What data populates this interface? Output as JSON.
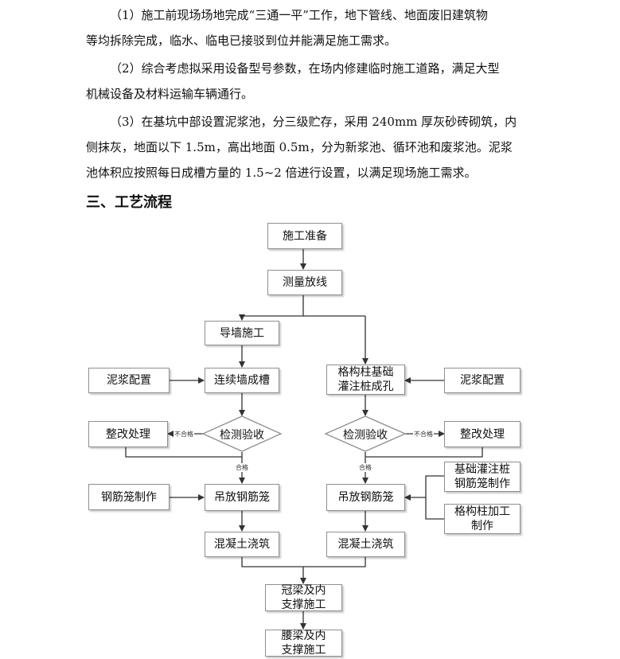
{
  "paragraphs": [
    {
      "line1": "（1）施工前现场场地完成“三通一平”工作，地下管线、地面废旧建筑物",
      "line2": "等均拆除完成，临水、临电已接驳到位并能满足施工需求。"
    },
    {
      "line1": "（2）综合考虑拟采用设备型号参数，在场内修建临时施工道路，满足大型",
      "line2": "机械设备及材料运输车辆通行。"
    },
    {
      "line1": "（3）在基坑中部设置泥浆池，分三级贮存，采用 240mm 厚灰砂砖砌筑，内",
      "line2": "侧抹灰，地面以下 1.5m，高出地面 0.5m，分为新浆池、循环池和废浆池。泥浆",
      "line3": "池体积应按照每日成槽方量的 1.5~2 倍进行设置，以满足现场施工需求。"
    }
  ],
  "section_heading": "三、工艺流程",
  "flow": {
    "prep": "施工准备",
    "survey": "测量放线",
    "guide_wall": "导墙施工",
    "slurry_left": "泥浆配置",
    "trench": "连续墙成槽",
    "lattice_pile": "格构柱基础灌注桩成孔",
    "slurry_right": "泥浆配置",
    "rectify_left": "整改处理",
    "inspect_left": "检测验收",
    "inspect_right": "检测验收",
    "rectify_right": "整改处理",
    "fail_left": "不合格",
    "fail_right": "不合格",
    "pass_left": "合格",
    "pass_right": "合格",
    "rebar_make": "钢筋笼制作",
    "hoist_left": "吊放钢筋笼",
    "hoist_right": "吊放钢筋笼",
    "pile_cage": "基础灌注桩钢筋笼制作",
    "lattice_make": "格构柱加工制作",
    "concrete_left": "混凝土浇筑",
    "concrete_right": "混凝土浇筑",
    "crown_beam": "冠梁及内支撑施工",
    "waist_beam": "腰梁及内支撑施工"
  }
}
